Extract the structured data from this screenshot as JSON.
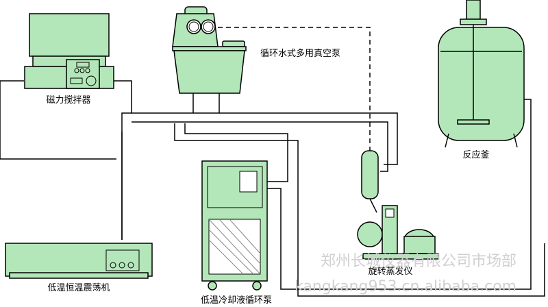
{
  "labels": {
    "magnetic_stirrer": "磁力搅拌器",
    "vacuum_pump": "循环水式多用真空泵",
    "reactor": "反应釜",
    "shaker": "低温恒温震荡机",
    "chiller": "低温冷却液循环泵",
    "rotary_evaporator": "旋转蒸发仪"
  },
  "watermark": {
    "company": "郑州长城仪器有限公司市场部",
    "site": "kangkang953.cn.alibaba.com"
  },
  "colors": {
    "equipment": "#b3e6b8"
  }
}
